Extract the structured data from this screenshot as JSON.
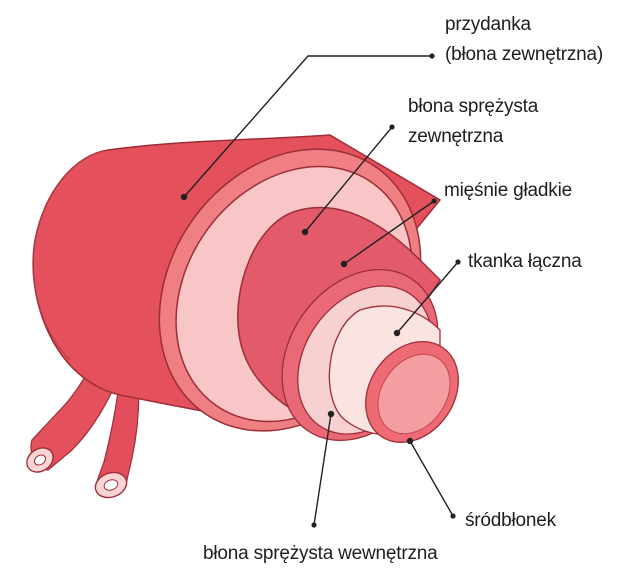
{
  "labels": {
    "adventitia_line1": "przydanka",
    "adventitia_line2": "(błona zewnętrzna)",
    "external_elastic_line1": "błona sprężysta",
    "external_elastic_line2": "zewnętrzna",
    "smooth_muscle": "mięśnie gładkie",
    "connective_tissue": "tkanka łączna",
    "endothelium": "śródbłonek",
    "internal_elastic": "błona sprężysta wewnętrzna"
  },
  "colors": {
    "adventitia": "#e5505d",
    "adventitia_end": "#f07f84",
    "external_elastic": "#f8c6c7",
    "smooth_muscle": "#e35a6a",
    "internal_elastic": "#f7d0d1",
    "connective": "#fbe3e2",
    "endothelium": "#ee6a74",
    "lumen": "#f59ea2",
    "leader": "#222222"
  }
}
